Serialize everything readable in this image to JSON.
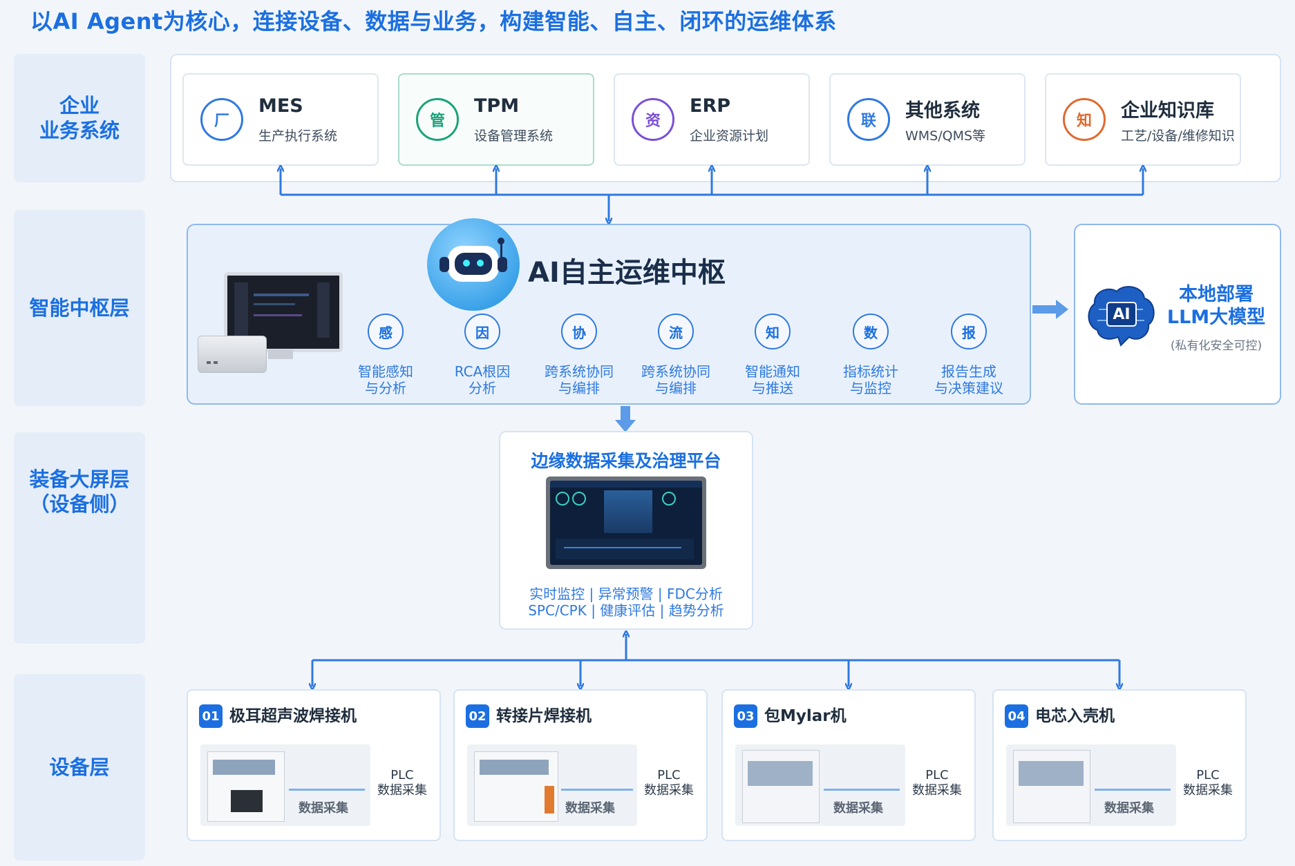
{
  "title": "以AI Agent为核心，连接设备、数据与业务，构建智能、自主、闭环的运维体系",
  "layers": {
    "enterprise": "企业\n业务系统",
    "hub": "智能中枢层",
    "screen": "装备大屏层\n（设备侧）",
    "device": "设备层"
  },
  "systems": [
    {
      "icon": "厂",
      "name": "MES",
      "desc": "生产执行系统",
      "color": "#2f79e0"
    },
    {
      "icon": "管",
      "name": "TPM",
      "desc": "设备管理系统",
      "color": "#1aa37a"
    },
    {
      "icon": "资",
      "name": "ERP",
      "desc": "企业资源计划",
      "color": "#7b4fd6"
    },
    {
      "icon": "联",
      "name": "其他系统",
      "desc": "WMS/QMS等",
      "color": "#2f79e0"
    },
    {
      "icon": "知",
      "name": "企业知识库",
      "desc": "工艺/设备/维修知识",
      "color": "#e0692f"
    }
  ],
  "hub": {
    "title": "AI自主运维中枢",
    "functions": [
      {
        "icon": "感",
        "label": "智能感知\n与分析"
      },
      {
        "icon": "因",
        "label": "RCA根因\n分析"
      },
      {
        "icon": "协",
        "label": "跨系统协同\n与编排"
      },
      {
        "icon": "流",
        "label": "跨系统协同\n与编排"
      },
      {
        "icon": "知",
        "label": "智能通知\n与推送"
      },
      {
        "icon": "数",
        "label": "指标统计\n与监控"
      },
      {
        "icon": "报",
        "label": "报告生成\n与决策建议"
      }
    ]
  },
  "llm": {
    "badge": "AI",
    "title": "本地部署\nLLM大模型",
    "subtitle": "(私有化安全可控)"
  },
  "edge": {
    "title": "边缘数据采集及治理平台",
    "features_line1": "实时监控 | 异常预警 | FDC分析",
    "features_line2": "SPC/CPK | 健康评估 | 趋势分析"
  },
  "equipment": [
    {
      "num": "01",
      "name": "极耳超声波焊接机",
      "collect": "数据采集",
      "plc": "PLC\n数据采集"
    },
    {
      "num": "02",
      "name": "转接片焊接机",
      "collect": "数据采集",
      "plc": "PLC\n数据采集"
    },
    {
      "num": "03",
      "name": "包Mylar机",
      "collect": "数据采集",
      "plc": "PLC\n数据采集"
    },
    {
      "num": "04",
      "name": "电芯入壳机",
      "collect": "数据采集",
      "plc": "PLC\n数据采集"
    }
  ],
  "colors": {
    "accent": "#1b6fe0",
    "line": "#2f79e0"
  }
}
